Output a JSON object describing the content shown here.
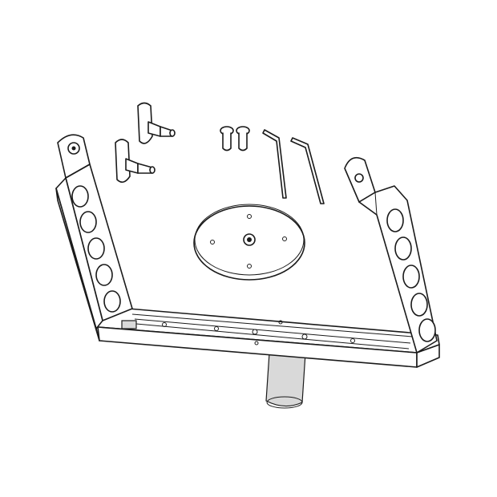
{
  "drawing": {
    "colors": {
      "line": "#1a1a1a",
      "background": "#ffffff",
      "shade": "#d9d9d9"
    },
    "parts": [
      "u-bracket",
      "mounting-disc",
      "pole",
      "thumb-screw",
      "thumb-screw",
      "bolt",
      "bolt",
      "hex-key",
      "hex-key"
    ]
  }
}
